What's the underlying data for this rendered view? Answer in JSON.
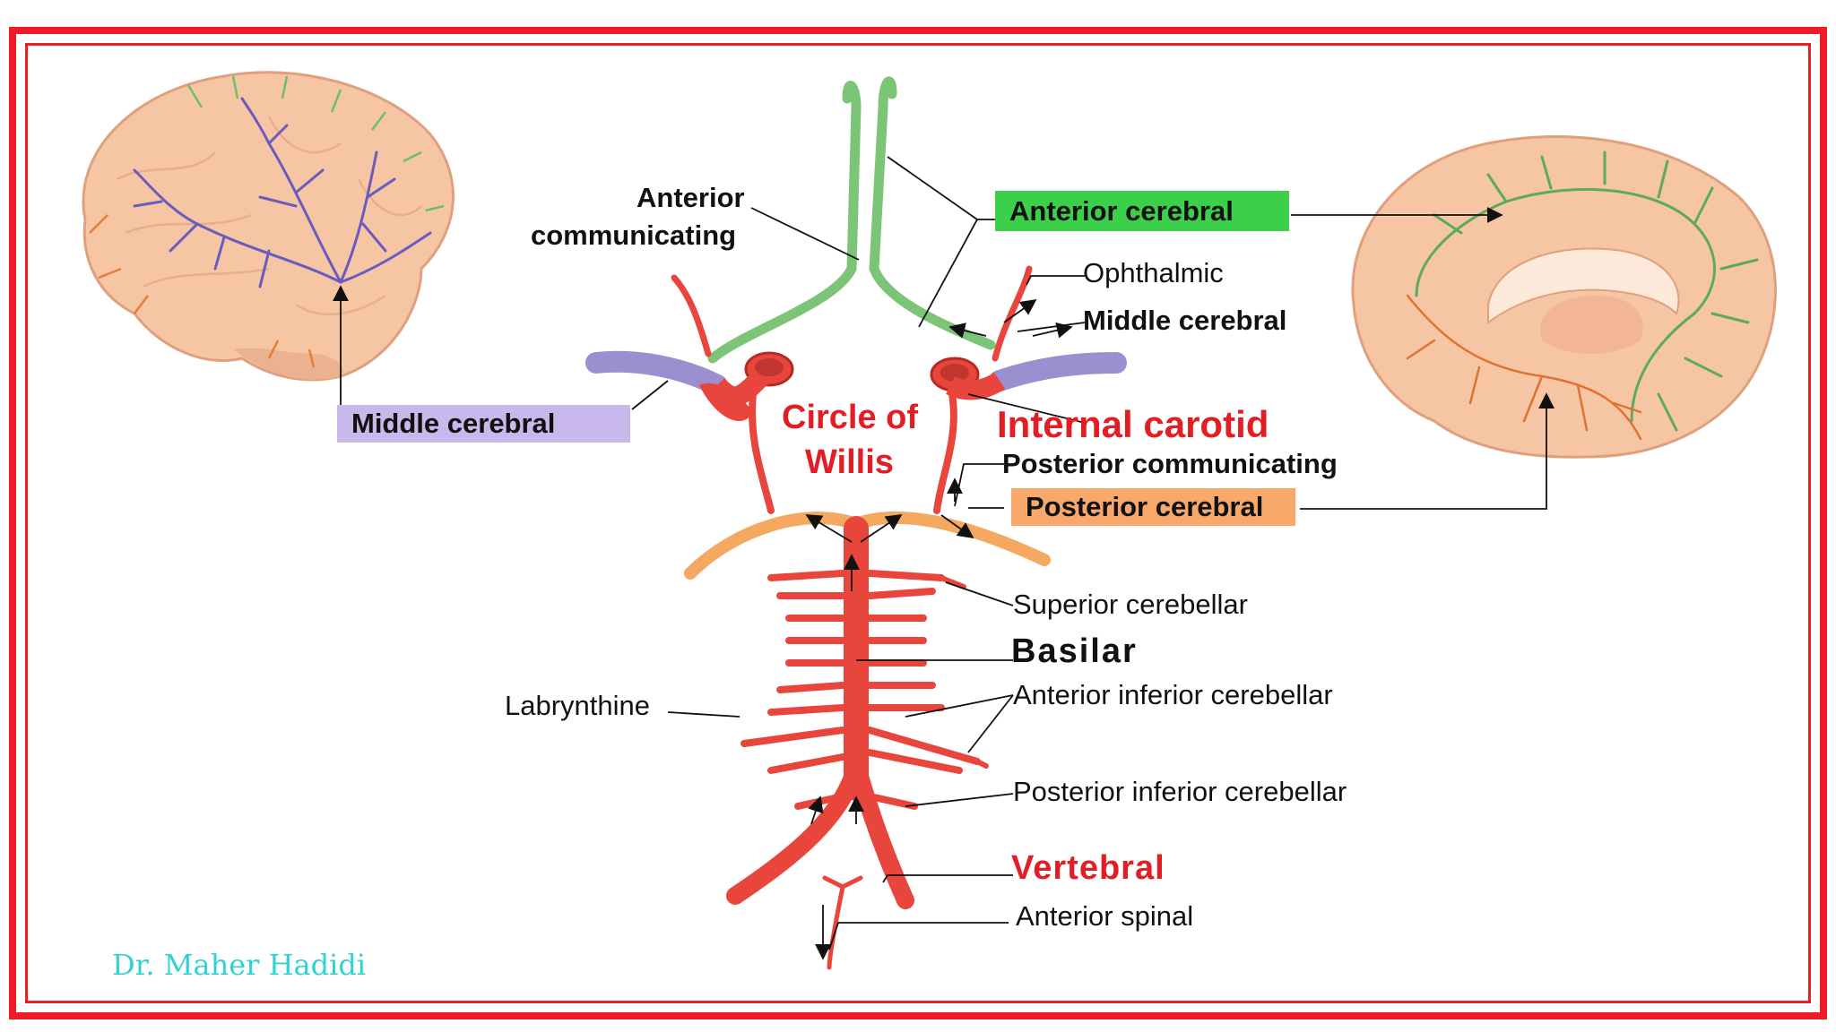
{
  "labels": {
    "anterior_communicating_1": "Anterior",
    "anterior_communicating_2": "communicating",
    "anterior_cerebral": "Anterior cerebral",
    "ophthalmic": "Ophthalmic",
    "middle_cerebral_right": "Middle cerebral",
    "middle_cerebral_left": "Middle cerebral",
    "circle_of_willis_1": "Circle of",
    "circle_of_willis_2": "Willis",
    "internal_carotid": "Internal carotid",
    "posterior_communicating": "Posterior communicating",
    "posterior_cerebral": "Posterior cerebral",
    "superior_cerebellar": "Superior cerebellar",
    "basilar": "Basilar",
    "labrynthine": "Labrynthine",
    "anterior_inferior_cerebellar": "Anterior inferior cerebellar",
    "posterior_inferior_cerebellar": "Posterior inferior cerebellar",
    "vertebral": "Vertebral",
    "anterior_spinal": "Anterior spinal"
  },
  "watermark": "Dr. Maher Hadidi",
  "colors": {
    "frame": "#ee1c25",
    "artery": "#e8453c",
    "anterior_cerebral": "#7cc576",
    "middle_cerebral": "#9b8fd0",
    "posterior_cerebral": "#f5a860",
    "anterior_cerebral_box": "#3bcf4a",
    "middle_cerebral_box": "#c9b8ec",
    "posterior_cerebral_box": "#f8a86a",
    "watermark": "#2fd3cf"
  }
}
